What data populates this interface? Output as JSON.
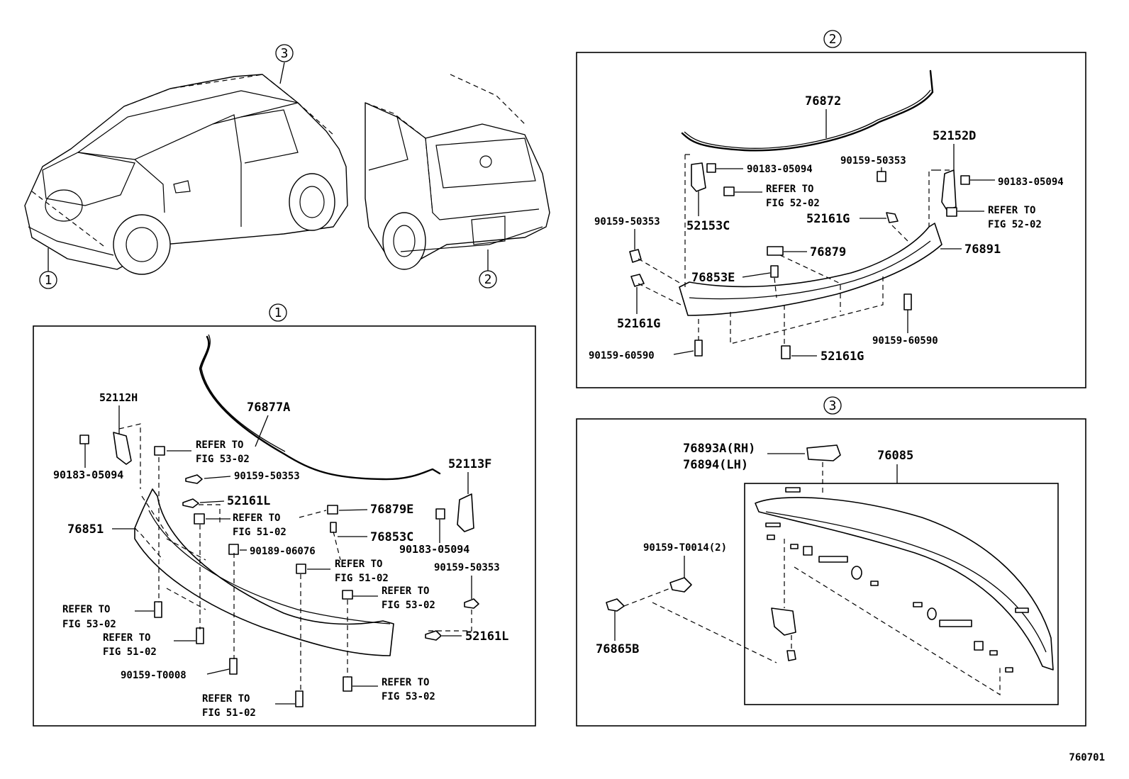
{
  "overview": {
    "callout_front": "1",
    "callout_rear": "2",
    "callout_roof": "3"
  },
  "panel_front": {
    "header": "1",
    "labels": {
      "p52112H": "52112H",
      "p76877A": "76877A",
      "p52113F": "52113F",
      "p90183_l": "90183-05094",
      "refer_5302_a1": "REFER TO",
      "refer_5302_a2": "FIG 53-02",
      "p90159_50353_a": "90159-50353",
      "p52161L_a": "52161L",
      "p76851": "76851",
      "refer_5102_a1": "REFER TO",
      "refer_5102_a2": "FIG 51-02",
      "p76879E": "76879E",
      "p76853C": "76853C",
      "p90183_r": "90183-05094",
      "p90189": "90189-06076",
      "refer_5102_b1": "REFER TO",
      "refer_5102_b2": "FIG 51-02",
      "p90159_50353_b": "90159-50353",
      "refer_5302_b1": "REFER TO",
      "refer_5302_b2": "FIG 53-02",
      "refer_5302_c1": "REFER TO",
      "refer_5302_c2": "FIG 53-02",
      "refer_5102_c1": "REFER TO",
      "refer_5102_c2": "FIG 51-02",
      "p52161L_b": "52161L",
      "p90159_T0008": "90159-T0008",
      "refer_5302_d1": "REFER TO",
      "refer_5302_d2": "FIG 53-02",
      "refer_5102_d1": "REFER TO",
      "refer_5102_d2": "FIG 51-02"
    }
  },
  "panel_rear": {
    "header": "2",
    "labels": {
      "p76872": "76872",
      "p90183_a": "90183-05094",
      "refer_5202_a1": "REFER TO",
      "refer_5202_a2": "FIG 52-02",
      "p52153C": "52153C",
      "p90159_50353_a": "90159-50353",
      "p90159_50353_b": "90159-50353",
      "p52152D": "52152D",
      "p90183_b": "90183-05094",
      "refer_5202_b1": "REFER TO",
      "refer_5202_b2": "FIG 52-02",
      "p52161G_a": "52161G",
      "p76891": "76891",
      "p76879": "76879",
      "p76853E": "76853E",
      "p52161G_b": "52161G",
      "p90159_60590_a": "90159-60590",
      "p90159_60590_b": "90159-60590",
      "p52161G_c": "52161G"
    }
  },
  "panel_spoiler": {
    "header": "3",
    "labels": {
      "p76893A": "76893A(RH)",
      "p76894": "76894(LH)",
      "p76085": "76085",
      "p90159_T0014": "90159-T0014(2)",
      "p76865B": "76865B"
    }
  },
  "figure_number": "760701"
}
